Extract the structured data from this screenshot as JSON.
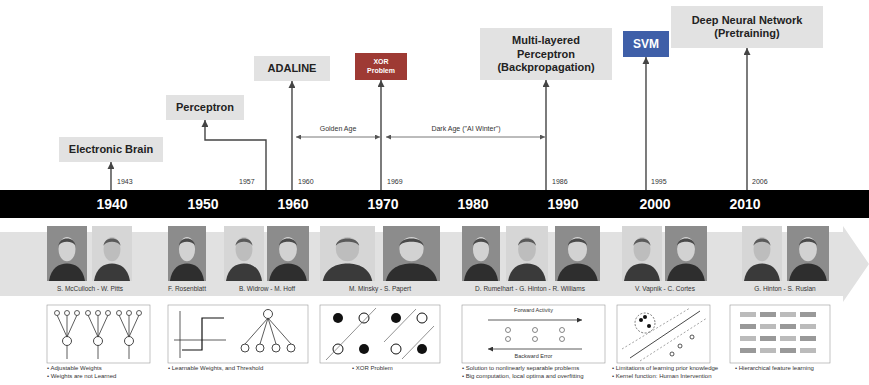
{
  "diagram": {
    "nodes": [
      {
        "text": [
          "Electronic Brain"
        ]
      },
      {
        "text": [
          "Perceptron"
        ]
      },
      {
        "text": [
          "ADALINE"
        ]
      },
      {
        "text": [
          "XOR Problem"
        ]
      },
      {
        "text": [
          "Multi-layered Perceptron (Backpropagation)"
        ]
      },
      {
        "text": [
          "SVM"
        ]
      },
      {
        "text": [
          "Deep Neural Network (Pretraining)"
        ]
      },
      {
        "text": [
          "1940",
          "1950",
          "1960",
          "1970",
          "1980",
          "1990",
          "2000",
          "2010"
        ]
      }
    ],
    "edges": [
      {
        "from": 7,
        "to": 0,
        "arrow": "to"
      },
      {
        "from": 7,
        "to": 1,
        "arrow": "to"
      },
      {
        "from": 7,
        "to": 2,
        "arrow": "to"
      },
      {
        "from": 7,
        "to": 3,
        "arrow": "to"
      },
      {
        "from": 7,
        "to": 4,
        "arrow": "to"
      },
      {
        "from": 7,
        "to": 5,
        "arrow": "to"
      },
      {
        "from": 7,
        "to": 6,
        "arrow": "to"
      }
    ],
    "labels": [
      "1943",
      "1957",
      "1960",
      "1969",
      "1986",
      "1995",
      "2006",
      "Golden Age",
      "Dark Age (\"AI Winter\")",
      "S. McCulloch - W. Pitts",
      "F. Rosenblatt",
      "B. Widrow - M. Hoff",
      "M. Minsky - S. Papert",
      "D. Rumelhart - G. Hinton - R. Williams",
      "V. Vapnik - C. Cortes",
      "G. Hinton - S. Ruslan",
      "Forward Activity",
      "Backward Error",
      "• Adjustable Weights",
      "• Weights are not Learned",
      "• Learnable Weights, and Threshold",
      "• XOR Problem",
      "• Solution to nonlinearly separable problems",
      "• Big computation, local optima and overfitting",
      "• Limitations of learning prior knowledge",
      "• Kernel function: Human Intervention",
      "• Hierarchical feature learning"
    ]
  }
}
